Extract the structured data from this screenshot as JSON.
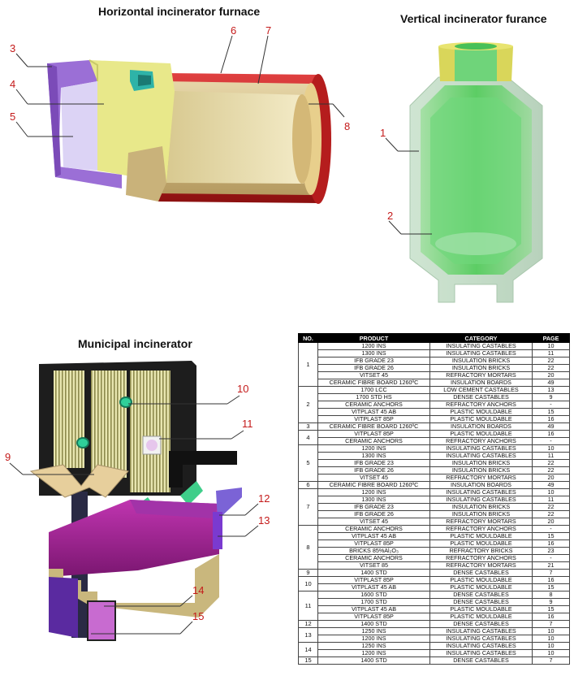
{
  "titles": {
    "horizontal": "Horizontal incinerator furnace",
    "vertical": "Vertical incinerator furance",
    "municipal": "Municipal incinerator"
  },
  "callouts": {
    "horizontal": [
      "3",
      "4",
      "5",
      "6",
      "7",
      "8"
    ],
    "vertical": [
      "1",
      "2"
    ],
    "municipal": [
      "9",
      "10",
      "11",
      "12",
      "13",
      "14",
      "15"
    ]
  },
  "table": {
    "headers": [
      "NO.",
      "PRODUCT",
      "CATEGORY",
      "PAGE"
    ],
    "groups": [
      {
        "no": "1",
        "rows": [
          [
            "1200 INS",
            "INSULATING CASTABLES",
            "10"
          ],
          [
            "1300 INS",
            "INSULATING CASTABLES",
            "11"
          ],
          [
            "IFB GRADE 23",
            "INSULATION BRICKS",
            "22"
          ],
          [
            "IFB GRADE 26",
            "INSULATION BRICKS",
            "22"
          ],
          [
            "VITSET 45",
            "REFRACTORY MORTARS",
            "20"
          ],
          [
            "CERAMIC FIBRE BOARD 1260ºC",
            "INSULATION BOARDS",
            "49"
          ]
        ]
      },
      {
        "no": "2",
        "rows": [
          [
            "1700 LCC",
            "LOW CEMENT CASTABLES",
            "13"
          ],
          [
            "1700 STD HS",
            "DENSE CASTABLES",
            "9"
          ],
          [
            "CERAMIC ANCHORS",
            "REFRACTORY ANCHORS",
            "-"
          ],
          [
            "VITPLAST 45 AB",
            "PLASTIC MOULDABLE",
            "15"
          ],
          [
            "VITPLAST 85P",
            "PLASTIC MOULDABLE",
            "16"
          ]
        ]
      },
      {
        "no": "3",
        "rows": [
          [
            "CERAMIC FIBRE BOARD 1260ºC",
            "INSULATION BOARDS",
            "49"
          ]
        ]
      },
      {
        "no": "4",
        "rows": [
          [
            "VITPLAST 85P",
            "PLASTIC MOULDABLE",
            "16"
          ],
          [
            "CERAMIC ANCHORS",
            "REFRACTORY ANCHORS",
            "-"
          ]
        ]
      },
      {
        "no": "5",
        "rows": [
          [
            "1200 INS",
            "INSULATING CASTABLES",
            "10"
          ],
          [
            "1300 INS",
            "INSULATING CASTABLES",
            "11"
          ],
          [
            "IFB GRADE 23",
            "INSULATION BRICKS",
            "22"
          ],
          [
            "IFB GRADE 26",
            "INSULATION BRICKS",
            "22"
          ],
          [
            "VITSET 45",
            "REFRACTORY MORTARS",
            "20"
          ]
        ]
      },
      {
        "no": "6",
        "rows": [
          [
            "CERAMIC FIBRE BOARD 1260ºC",
            "INSULATION BOARDS",
            "49"
          ]
        ]
      },
      {
        "no": "7",
        "rows": [
          [
            "1200 INS",
            "INSULATING CASTABLES",
            "10"
          ],
          [
            "1300 INS",
            "INSULATING CASTABLES",
            "11"
          ],
          [
            "IFB GRADE 23",
            "INSULATION BRICKS",
            "22"
          ],
          [
            "IFB GRADE 26",
            "INSULATION BRICKS",
            "22"
          ],
          [
            "VITSET 45",
            "REFRACTORY MORTARS",
            "20"
          ]
        ]
      },
      {
        "no": "8",
        "rows": [
          [
            "CERAMIC ANCHORS",
            "REFRACTORY ANCHORS",
            "-"
          ],
          [
            "VITPLAST 45 AB",
            "PLASTIC MOULDABLE",
            "15"
          ],
          [
            "VITPLAST 85P",
            "PLASTIC MOULDABLE",
            "16"
          ],
          [
            "BRICKS 85%Al₂O₃",
            "REFRACTORY BRICKS",
            "23"
          ],
          [
            "CERAMIC ANCHORS",
            "REFRACTORY ANCHORS",
            "-"
          ],
          [
            "VITSET 85",
            "REFRACTORY MORTARS",
            "21"
          ]
        ]
      },
      {
        "no": "9",
        "rows": [
          [
            "1400 STD",
            "DENSE CASTABLES",
            "7"
          ]
        ]
      },
      {
        "no": "10",
        "rows": [
          [
            "VITPLAST 85P",
            "PLASTIC MOULDABLE",
            "16"
          ],
          [
            "VITPLAST 45 AB",
            "PLASTIC MOULDABLE",
            "15"
          ]
        ]
      },
      {
        "no": "11",
        "rows": [
          [
            "1600 STD",
            "DENSE CASTABLES",
            "8"
          ],
          [
            "1700 STD",
            "DENSE CASTABLES",
            "9"
          ],
          [
            "VITPLAST 45 AB",
            "PLASTIC MOULDABLE",
            "15"
          ],
          [
            "VITPLAST 85P",
            "PLASTIC MOULDABLE",
            "16"
          ]
        ]
      },
      {
        "no": "12",
        "rows": [
          [
            "1400 STD",
            "DENSE CASTABLES",
            "7"
          ]
        ]
      },
      {
        "no": "13",
        "rows": [
          [
            "1250 INS",
            "INSULATING CASTABLES",
            "10"
          ],
          [
            "1200 INS",
            "INSULATING CASTABLES",
            "10"
          ]
        ]
      },
      {
        "no": "14",
        "rows": [
          [
            "1250 INS",
            "INSULATING CASTABLES",
            "10"
          ],
          [
            "1200 INS",
            "INSULATING CASTABLES",
            "10"
          ]
        ]
      },
      {
        "no": "15",
        "rows": [
          [
            "1400 STD",
            "DENSE CASTABLES",
            "7"
          ]
        ]
      }
    ]
  }
}
